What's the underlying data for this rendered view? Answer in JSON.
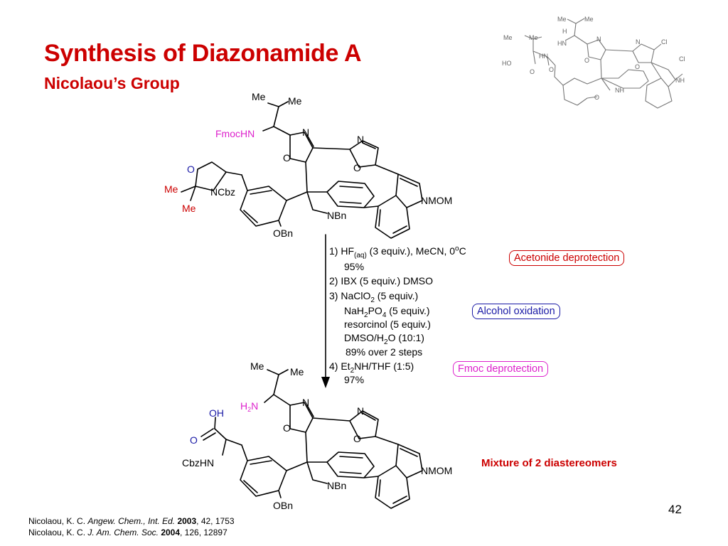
{
  "slide": {
    "title": "Synthesis of Diazonamide A",
    "subtitle": "Nicolaou’s Group",
    "page_number": "42"
  },
  "conditions": {
    "s1": "1) HF",
    "s1_sub": "(aq)",
    "s1_rest": " (3 equiv.), MeCN, 0",
    "s1_sup": "o",
    "s1_end": "C",
    "y1": "95%",
    "s2": "2) IBX (5 equiv.) DMSO",
    "s3a": "3) NaClO",
    "s3a_sub": "2",
    "s3a_end": " (5 equiv.)",
    "s3b": "NaH",
    "s3b_sub1": "2",
    "s3b_mid": "PO",
    "s3b_sub2": "4",
    "s3b_end": " (5 equiv.)",
    "s3c": "resorcinol (5 equiv.)",
    "s3d": "DMSO/H",
    "s3d_sub": "2",
    "s3d_end": "O (10:1)",
    "y3": "89% over 2 steps",
    "s4": "4) Et",
    "s4_sub": "2",
    "s4_end": "NH/THF (1:5)",
    "y4": "97%"
  },
  "callouts": {
    "acetonide": "Acetonide deprotection",
    "alcohol": "Alcohol oxidation",
    "fmoc": "Fmoc deprotection",
    "mixture": "Mixture of 2 diastereomers"
  },
  "colors": {
    "title": "#cc0000",
    "acetonide": "#cc0000",
    "alcohol": "#1a1aa6",
    "fmoc": "#dd22cc"
  },
  "labels": {
    "me": "Me",
    "fmochn": "FmocHN",
    "n": "N",
    "o": "O",
    "nbn": "NBn",
    "nmom": "NMOM",
    "ncbz": "NCbz",
    "obn": "OBn",
    "h2n": "H",
    "h2n_sub": "2",
    "h2n_end": "N",
    "oh": "OH",
    "cbzhn": "CbzHN",
    "cl": "Cl",
    "nh": "NH",
    "hn": "HN",
    "h": "H",
    "ho": "HO"
  },
  "references": [
    {
      "author": "Nicolaou, K. C. ",
      "journal": "Angew. Chem., Int. Ed.",
      "year": "2003",
      "rest": ", 42, 1753"
    },
    {
      "author": "Nicolaou, K. C. ",
      "journal": "J. Am. Chem. Soc.",
      "year": "2004",
      "rest": ", 126, 12897"
    }
  ]
}
